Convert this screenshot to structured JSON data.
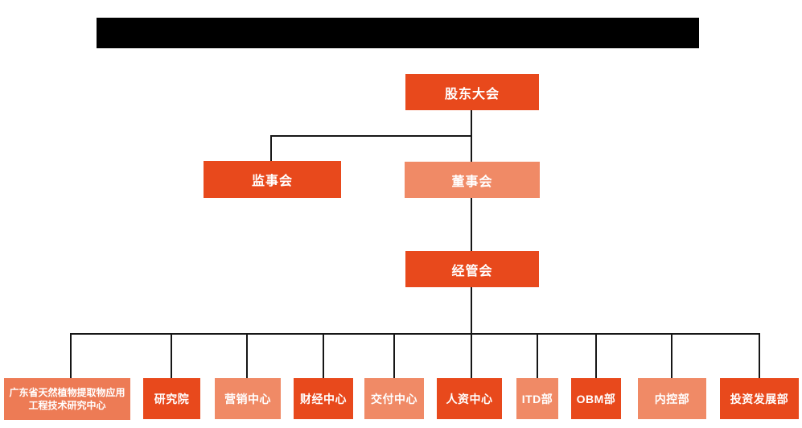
{
  "colors": {
    "primary": "#e8491c",
    "secondary": "#f08a66",
    "secondary_deep": "#ed7b55",
    "line": "#161616",
    "redaction": "#000000",
    "node_text": "#ffffff",
    "background": "#ffffff"
  },
  "org": {
    "shareholders": {
      "label": "股东大会"
    },
    "supervisors": {
      "label": "监事会"
    },
    "board": {
      "label": "董事会"
    },
    "management": {
      "label": "经管会"
    },
    "departments": [
      {
        "label": "广东省天然植物提取物应用工程技术研究中心",
        "variant": "secondary_deep"
      },
      {
        "label": "研究院",
        "variant": "primary"
      },
      {
        "label": "营销中心",
        "variant": "secondary"
      },
      {
        "label": "财经中心",
        "variant": "primary"
      },
      {
        "label": "交付中心",
        "variant": "secondary"
      },
      {
        "label": "人资中心",
        "variant": "primary"
      },
      {
        "label": "ITD部",
        "variant": "secondary"
      },
      {
        "label": "OBM部",
        "variant": "primary"
      },
      {
        "label": "内控部",
        "variant": "secondary"
      },
      {
        "label": "投资发展部",
        "variant": "primary"
      }
    ]
  }
}
